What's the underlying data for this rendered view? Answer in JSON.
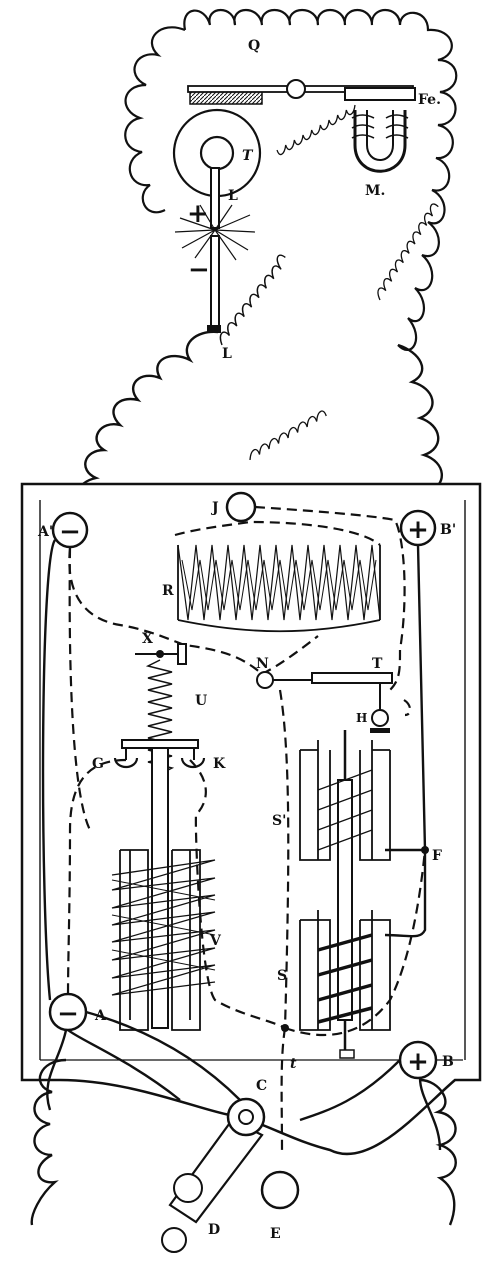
{
  "labels": {
    "Q": "Q",
    "Fe": "Fe.",
    "T_lamp": "T",
    "L_upper": "L",
    "M": "M.",
    "L_lower": "L",
    "plus_lamp": "+",
    "minus_lamp": "−",
    "J": "J",
    "A_prime": "A'",
    "B_prime": "B'",
    "R": "R",
    "X": "X",
    "N": "N",
    "T_lever": "T",
    "H": "H",
    "U": "U",
    "G": "G",
    "K": "K",
    "S_prime": "S'",
    "F": "F",
    "V": "V",
    "S": "S",
    "A": "A",
    "B": "B",
    "t": "t",
    "C": "C",
    "D": "D",
    "E": "E"
  },
  "terminal_symbols": {
    "A_prime": "−",
    "B_prime": "+",
    "A": "−",
    "B": "+"
  },
  "colors": {
    "ink": "#111111",
    "paper": "#ffffff"
  }
}
